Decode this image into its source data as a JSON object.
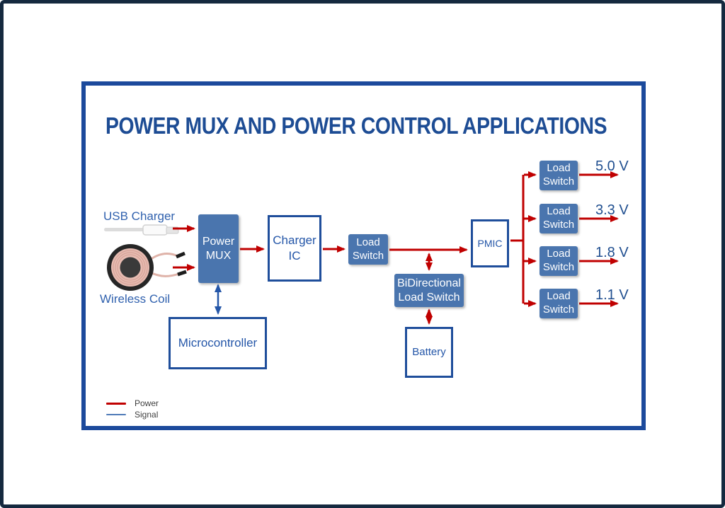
{
  "title": "POWER MUX AND POWER CONTROL APPLICATIONS",
  "colors": {
    "outer-frame": "#15293F",
    "panel-border": "#1C4A9C",
    "title-navy": "#1D4C94",
    "box-fill": "#4A75AE",
    "box-outline": "#1F4E9B",
    "box-text-blue": "#2456A8",
    "source-label-blue": "#3061AE",
    "voltage-navy": "#1F4E8F",
    "power-red": "#C00000",
    "signal-blue": "#2456A8",
    "legend-signal": "#4F7AB8",
    "legend-text": "#404040",
    "coil-copper": "#E7BCB2",
    "coil-dark": "#262626"
  },
  "sources": {
    "usb": "USB Charger",
    "coil": "Wireless Coil"
  },
  "blocks": {
    "power_mux": {
      "line1": "Power",
      "line2": "MUX"
    },
    "charger_ic": {
      "line1": "Charger",
      "line2": "IC"
    },
    "load_switch": {
      "line1": "Load",
      "line2": "Switch"
    },
    "bidi_load_switch": {
      "line1": "BiDirectional",
      "line2": "Load Switch"
    },
    "battery": "Battery",
    "pmic": "PMIC",
    "microcontroller": "Microcontroller"
  },
  "outputs": [
    {
      "label": "5.0 V"
    },
    {
      "label": "3.3 V"
    },
    {
      "label": "1.8 V"
    },
    {
      "label": "1.1 V"
    }
  ],
  "legend": {
    "power": "Power",
    "signal": "Signal"
  }
}
